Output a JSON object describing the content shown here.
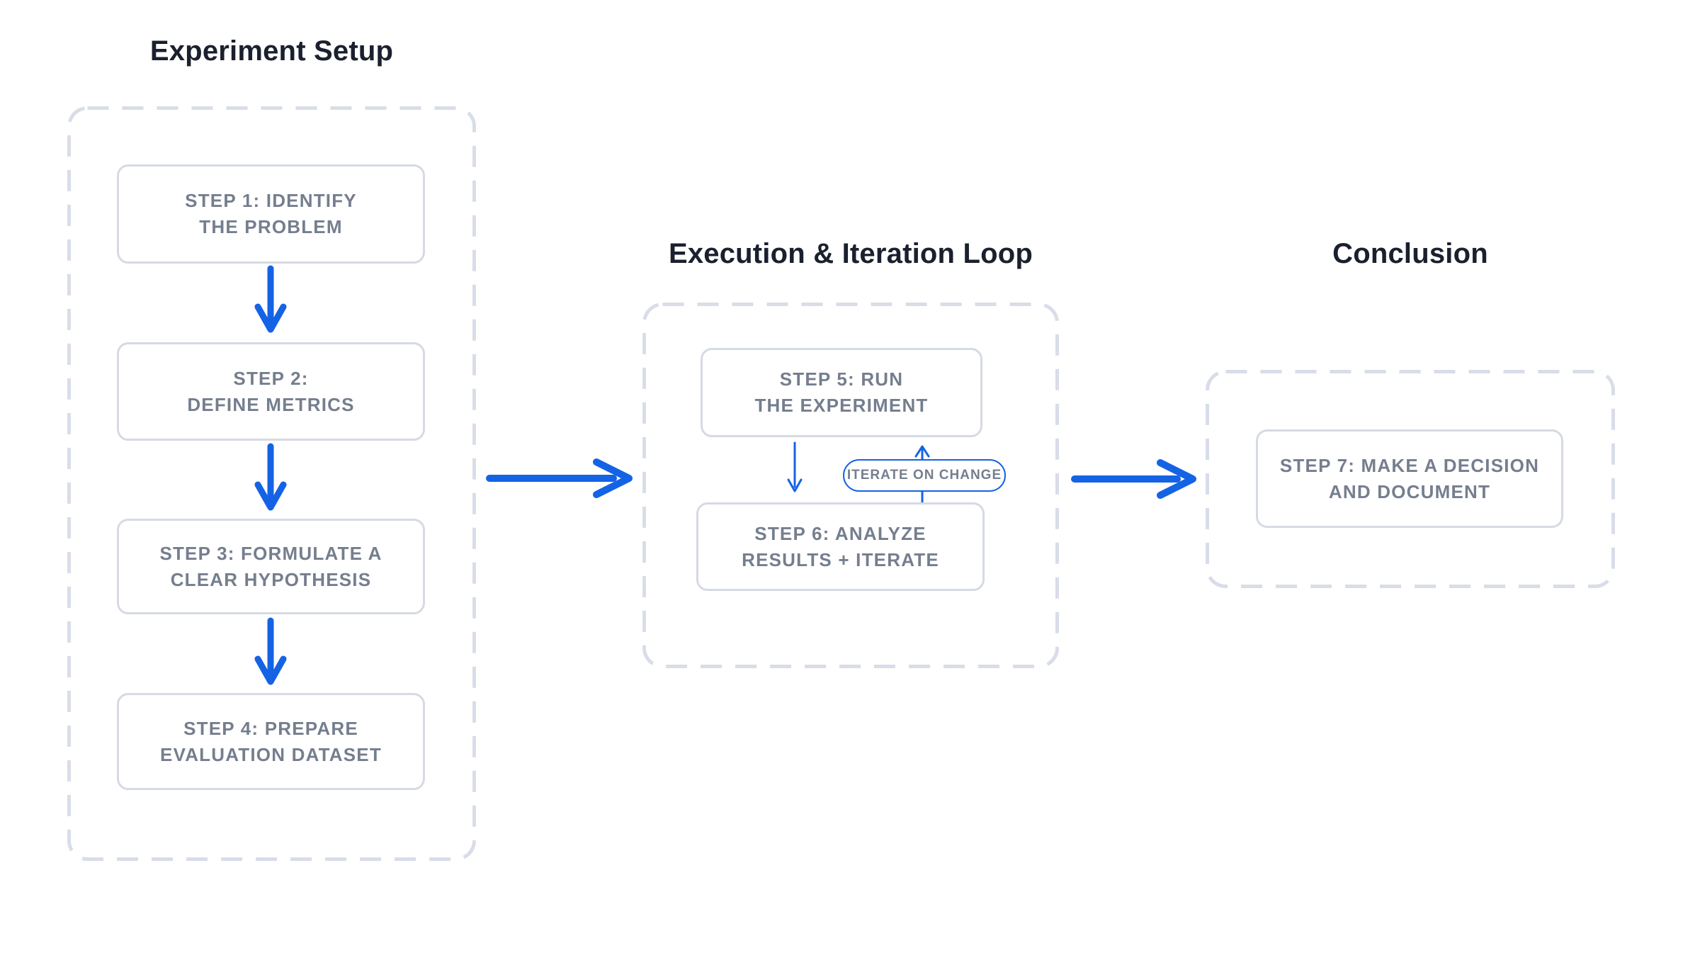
{
  "colors": {
    "accent_blue": "#1563e5",
    "title_text": "#1a202e",
    "step_text": "#757e8e",
    "box_border": "#d5dae3",
    "dashed_border": "#d8dde8",
    "background": "#ffffff"
  },
  "sections": [
    {
      "title": "Experiment Setup",
      "steps": [
        {
          "line1": "STEP 1: IDENTIFY",
          "line2": "THE PROBLEM"
        },
        {
          "line1": "STEP 2:",
          "line2": "DEFINE METRICS"
        },
        {
          "line1": "STEP 3: FORMULATE A",
          "line2": "CLEAR HYPOTHESIS"
        },
        {
          "line1": "STEP 4: PREPARE",
          "line2": "EVALUATION DATASET"
        }
      ]
    },
    {
      "title": "Execution & Iteration Loop",
      "loop_label": "ITERATE ON CHANGE",
      "steps": [
        {
          "line1": "STEP 5: RUN",
          "line2": "THE EXPERIMENT"
        },
        {
          "line1": "STEP 6: ANALYZE",
          "line2": "RESULTS + ITERATE"
        }
      ]
    },
    {
      "title": "Conclusion",
      "steps": [
        {
          "line1": "STEP 7: MAKE A DECISION",
          "line2": "AND DOCUMENT"
        }
      ]
    }
  ],
  "arrows": [
    {
      "from": "step-1",
      "to": "step-2"
    },
    {
      "from": "step-2",
      "to": "step-3"
    },
    {
      "from": "step-3",
      "to": "step-4"
    },
    {
      "from": "experiment-setup",
      "to": "execution-iteration-loop"
    },
    {
      "from": "step-5",
      "to": "step-6"
    },
    {
      "from": "step-6",
      "to": "step-5",
      "via": "loop-pill"
    },
    {
      "from": "execution-iteration-loop",
      "to": "conclusion"
    }
  ]
}
